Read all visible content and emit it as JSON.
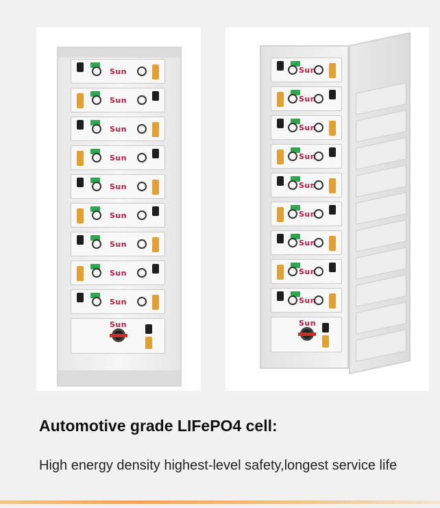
{
  "product": {
    "images": [
      {
        "name": "battery-rack-front",
        "logo_text": "Sun"
      },
      {
        "name": "battery-rack-perspective",
        "logo_text": "Sun"
      }
    ]
  },
  "content": {
    "heading": "Automotive grade LIFePO4 cell:",
    "description": "High energy density highest-level safety,longest service life"
  },
  "colors": {
    "accent": "#f0a45a",
    "brand": "#c2183d",
    "connector_orange": "#e2a033",
    "status_led": "#2ea84d"
  }
}
